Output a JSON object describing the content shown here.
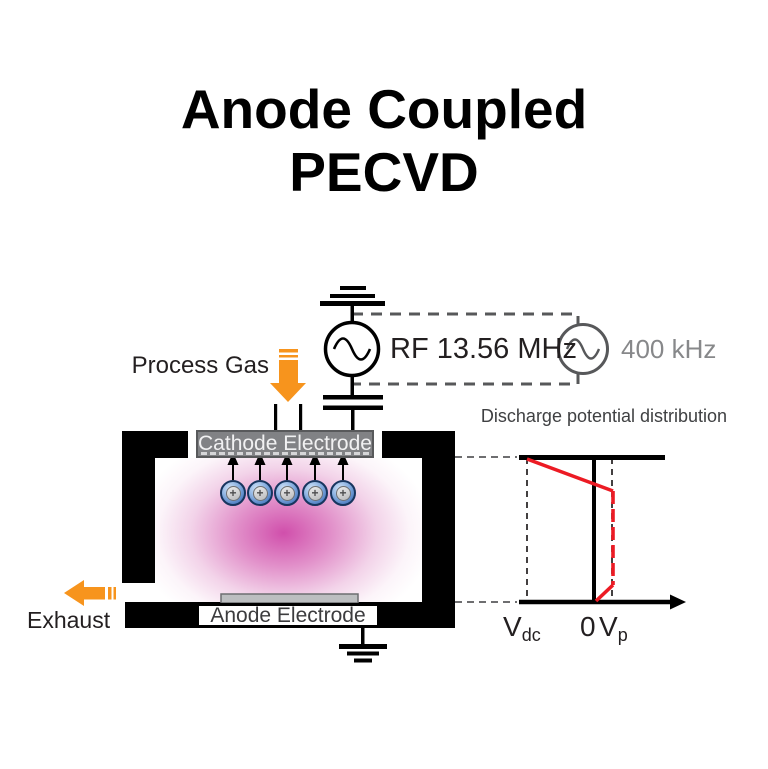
{
  "title": {
    "line1": "Anode Coupled",
    "line2": "PECVD"
  },
  "circuit": {
    "rf_source_label": "RF 13.56 MHz",
    "alt_source_label": "400 kHz"
  },
  "chamber": {
    "process_gas_label": "Process Gas",
    "exhaust_label": "Exhaust",
    "cathode_label": "Cathode Electrode",
    "anode_label": "Anode Electrode",
    "ion_symbol": "+",
    "ion_count": 5
  },
  "graph": {
    "title": "Discharge potential distribution",
    "x_axis_labels": {
      "vdc_main": "V",
      "vdc_sub": "dc",
      "zero": "0",
      "vp_main": "V",
      "vp_sub": "p"
    },
    "curve_description": "Potential starts at Vdc at the cathode sheath, rises to plasma potential Vp through the bulk, and returns to 0 at the grounded anode"
  },
  "colors": {
    "accent_orange": "#F7941D",
    "plasma_magenta": "#C62899",
    "curve_red": "#EC1B24",
    "ion_blue": "#5584C6",
    "electrode_gray": "#818285",
    "muted_gray": "#87888A",
    "line_black": "#000000"
  }
}
